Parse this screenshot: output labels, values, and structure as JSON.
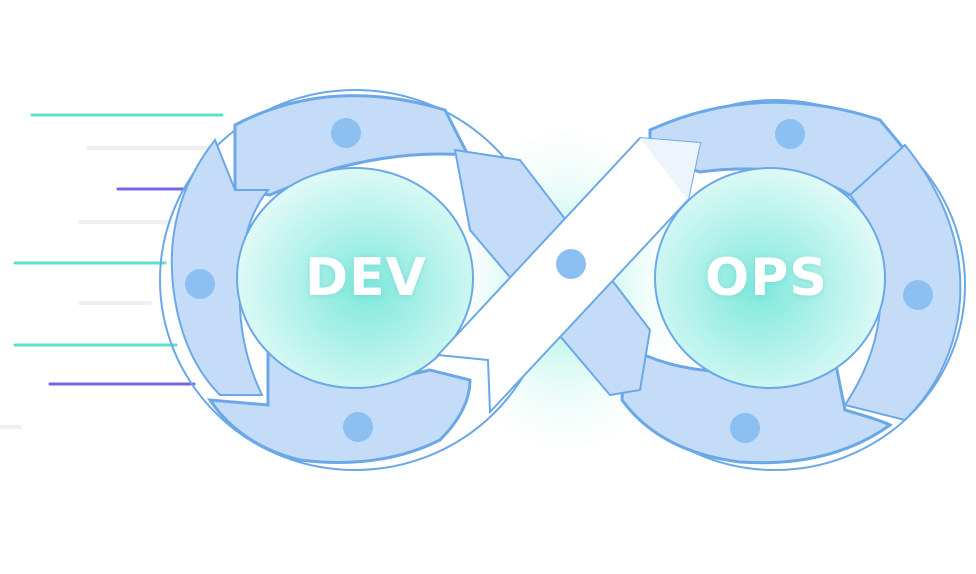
{
  "labels": {
    "left": "DEV",
    "right": "OPS"
  },
  "colors": {
    "ring_fill": "#c5dcf8",
    "ring_stroke": "#6aa8e8",
    "node": "#8cc0f2",
    "core_glow": "#7fe8dc",
    "core_light": "#e6fbf8",
    "ribbon": "#ffffff",
    "speed_teal": "#5ee0cc",
    "speed_purple": "#7b63e6",
    "speed_faint": "#eef0f3"
  },
  "icons": [
    "speed-lines",
    "infinity-loop",
    "connector-node"
  ]
}
